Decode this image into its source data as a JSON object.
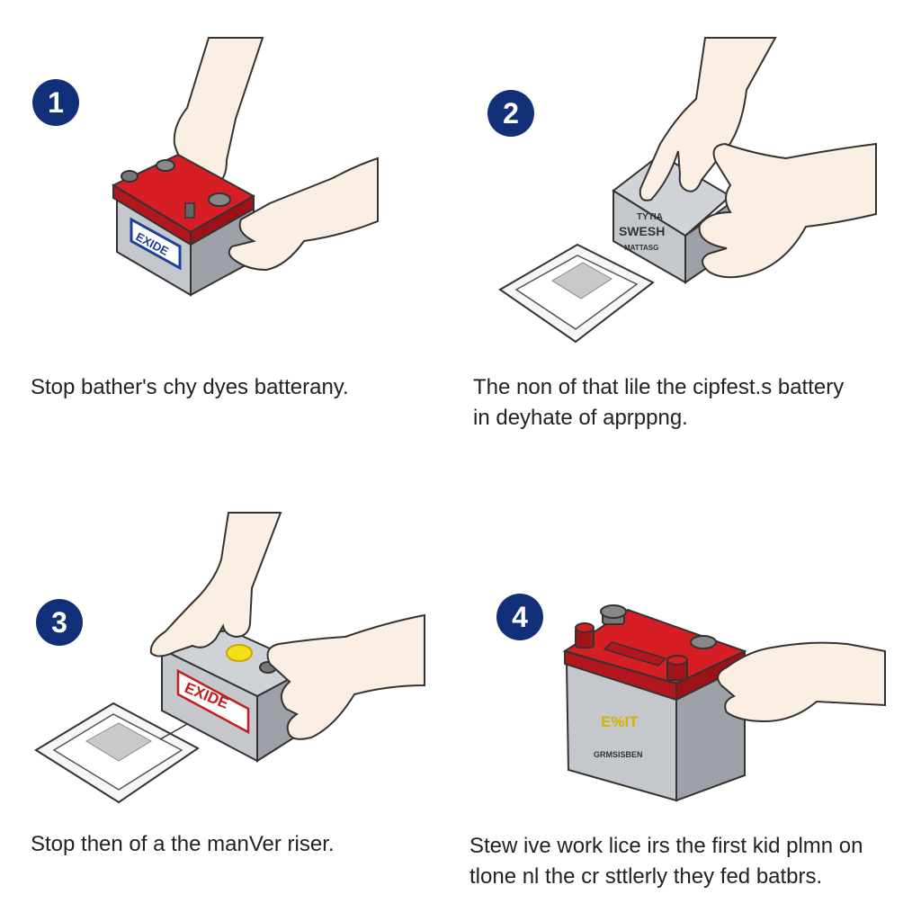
{
  "steps": [
    {
      "number": "1",
      "caption_lines": [
        "Stop bather's chy dyes batterany."
      ],
      "battery_label": "EXIDE"
    },
    {
      "number": "2",
      "caption_lines": [
        "The non of that lile the cipfest.s battery",
        "in deyhate of aprppng."
      ],
      "battery_label_lines": [
        "TYTIA",
        "SWESH",
        "MATTASG"
      ]
    },
    {
      "number": "3",
      "caption_lines": [
        "Stop then of a the manVer riser."
      ],
      "battery_label": "EXIDE"
    },
    {
      "number": "4",
      "caption_lines": [
        "Stew ive work lice irs the first kid plmn on",
        "tlone nl the cr sttlerly they fed batbrs."
      ],
      "battery_label_lines": [
        "E%IT",
        "GRMSISBEN"
      ]
    }
  ],
  "colors": {
    "badge": "#12307a",
    "battery_red": "#d81e25",
    "battery_gray": "#b9bcc1",
    "skin": "#fbeee3",
    "outline": "#333333"
  }
}
